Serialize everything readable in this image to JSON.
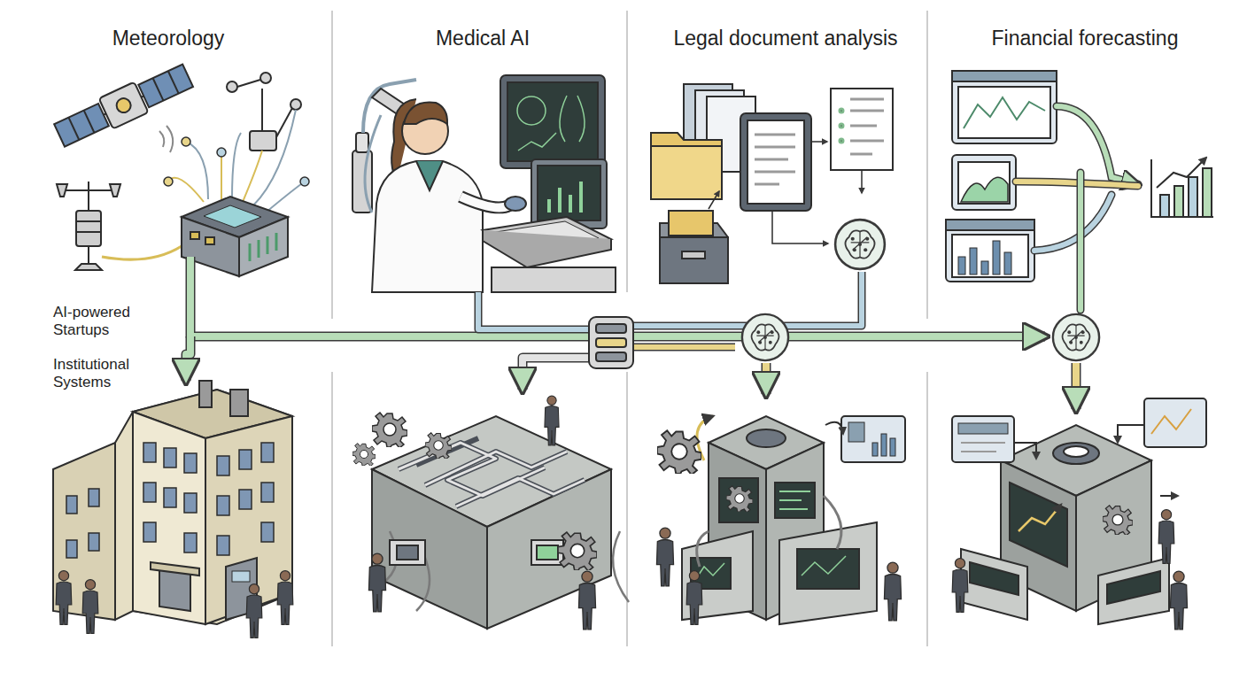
{
  "diagram": {
    "labels": [
      "Meteorology",
      "Medical AI",
      "Legal document analysis",
      "Financial forecasting",
      "AI-powered Startups",
      "Institutional Systems"
    ]
  }
}
